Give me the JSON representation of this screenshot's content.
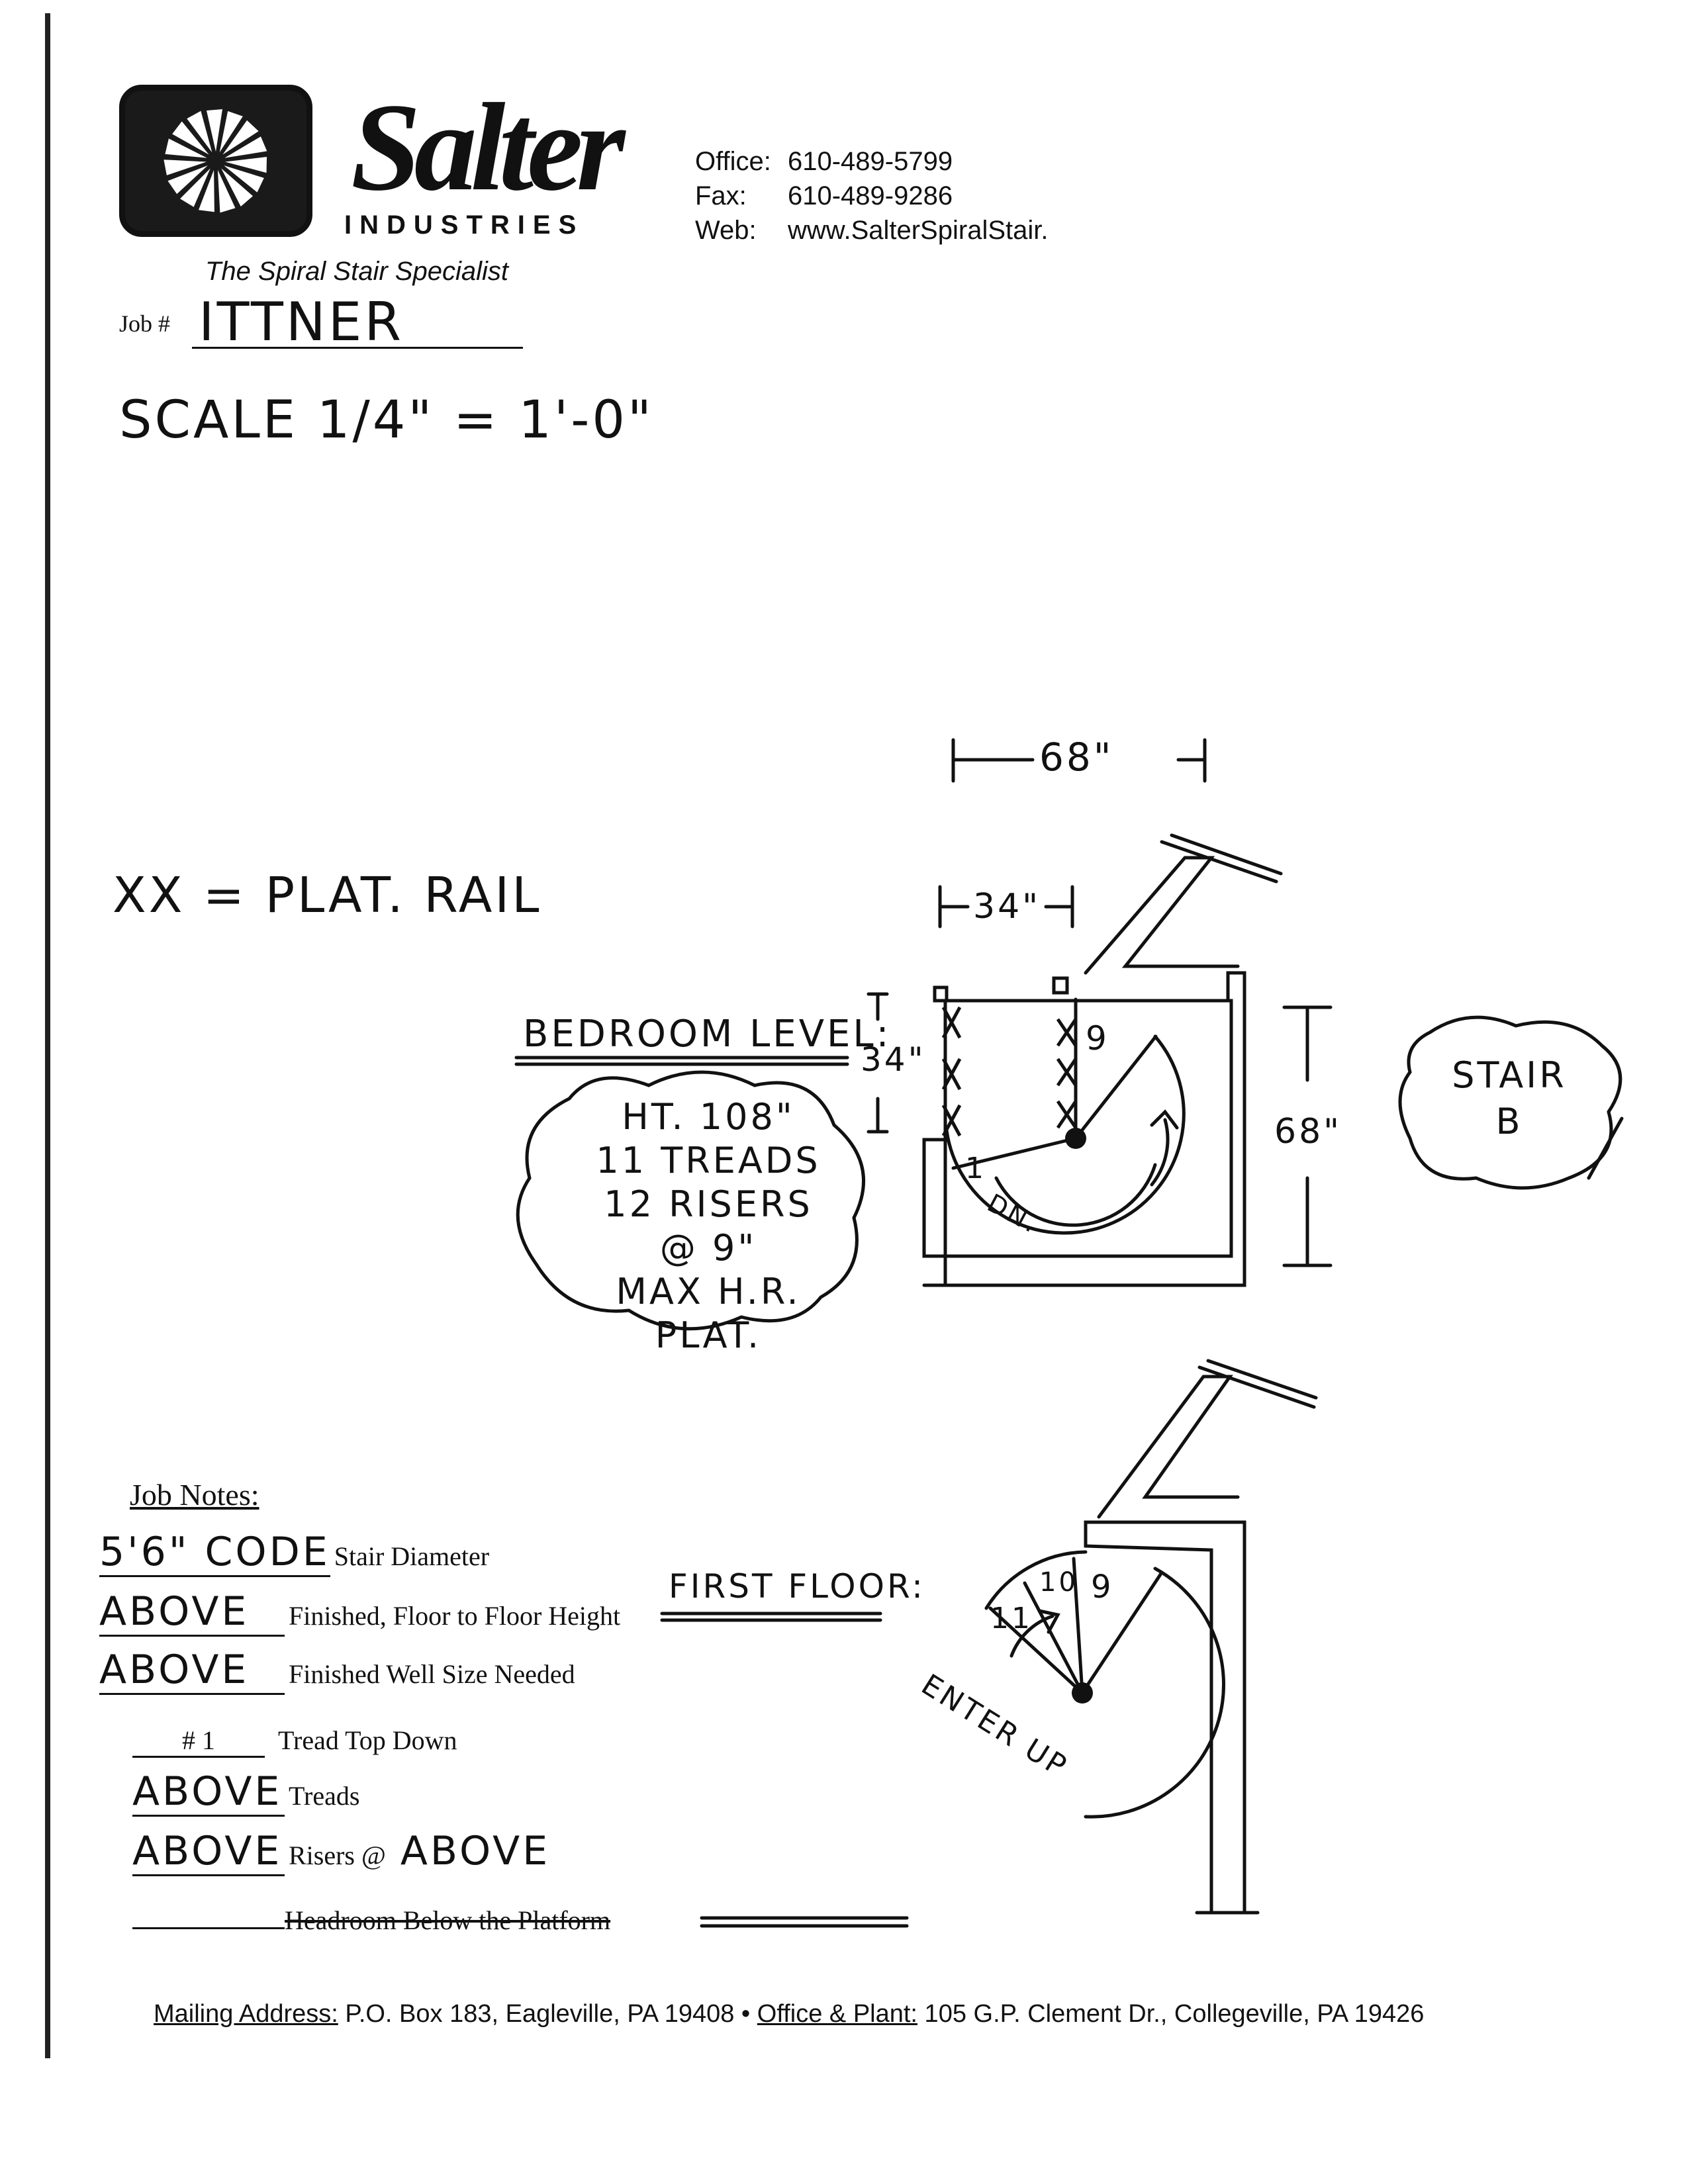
{
  "brand": {
    "name": "Salter",
    "subname": "INDUSTRIES",
    "tagline": "The Spiral Stair Specialist"
  },
  "contact": {
    "office_label": "Office:",
    "office": "610-489-5799",
    "fax_label": "Fax:",
    "fax": "610-489-9286",
    "web_label": "Web:",
    "web": "www.SalterSpiralStair."
  },
  "job": {
    "label": "Job #",
    "name": "ITTNER",
    "scale": "SCALE 1/4\" = 1'-0\""
  },
  "legend": "XX = PLAT. RAIL",
  "drawing": {
    "dim_top": "68\"",
    "dim_platform": "34\"",
    "dim_side": "34\"",
    "dim_right": "68\"",
    "bedroom_level": "BEDROOM LEVEL:",
    "cloud_spec": [
      "HT. 108\"",
      "11 TREADS",
      "12 RISERS @ 9\"",
      "MAX H.R. PLAT."
    ],
    "stair_tag": [
      "STAIR",
      "B"
    ],
    "tread_top": "9",
    "tread_first": "1",
    "down": "DN.",
    "first_floor": "FIRST FLOOR:",
    "ff_treads": [
      "11",
      "10",
      "9"
    ],
    "enter_up": "ENTER UP"
  },
  "notes": {
    "title": "Job Notes:",
    "items": [
      {
        "value": "5'6\" CODE",
        "label": "Stair Diameter"
      },
      {
        "value": "ABOVE",
        "label": "Finished, Floor to Floor Height"
      },
      {
        "value": "ABOVE",
        "label": "Finished Well Size Needed"
      },
      {
        "value": "# 1",
        "label": "Tread Top Down"
      },
      {
        "value": "ABOVE",
        "label": "Treads"
      },
      {
        "value": "ABOVE",
        "label": "Risers @",
        "extra": "ABOVE"
      },
      {
        "value": "",
        "label": "Headroom Below the Platform"
      }
    ]
  },
  "footer": {
    "mail_label": "Mailing Address:",
    "mail": " P.O. Box 183, Eagleville, PA 19408 • ",
    "plant_label": "Office & Plant:",
    "plant": " 105 G.P. Clement Dr., Collegeville, PA 19426"
  }
}
